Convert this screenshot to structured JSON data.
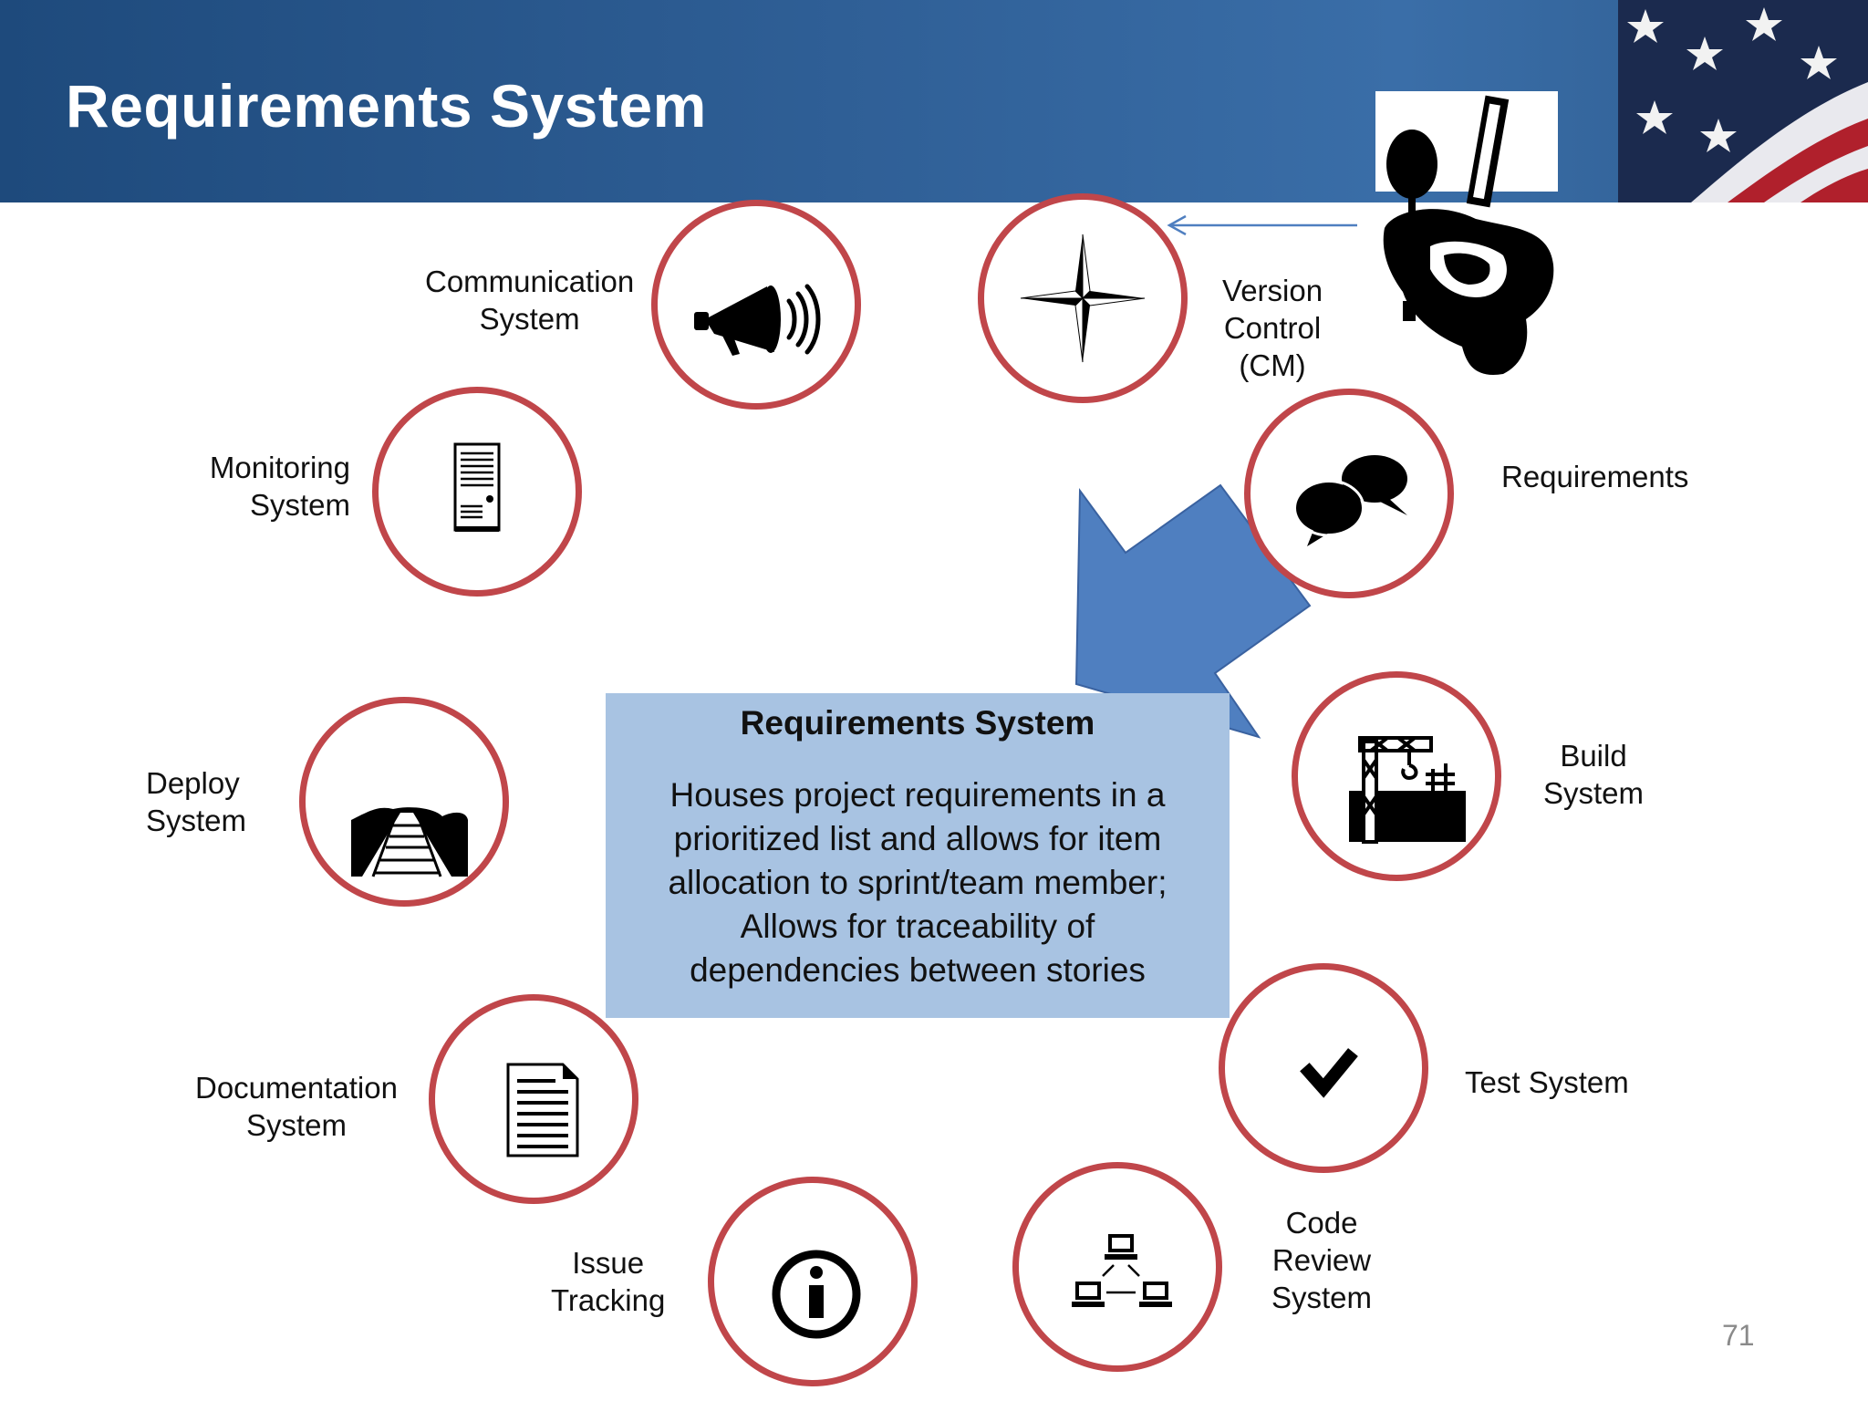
{
  "slide": {
    "title": "Requirements System",
    "page_number": "71"
  },
  "nodes": {
    "communication": {
      "label": "Communication\nSystem"
    },
    "version_control": {
      "label": "Version\nControl\n(CM)"
    },
    "monitoring": {
      "label": "Monitoring\nSystem"
    },
    "requirements": {
      "label": "Requirements"
    },
    "deploy": {
      "label": "Deploy\nSystem"
    },
    "build": {
      "label": "Build\nSystem"
    },
    "documentation": {
      "label": "Documentation\nSystem"
    },
    "test": {
      "label": "Test System"
    },
    "issue_tracking": {
      "label": "Issue\nTracking"
    },
    "code_review": {
      "label": "Code\nReview\nSystem"
    }
  },
  "center": {
    "title": "Requirements System",
    "description": "Houses project requirements in a\nprioritized list and allows for item\nallocation to sprint/team member;\nAllows for traceability of\ndependencies between stories"
  },
  "colors": {
    "header": "#2f5f96",
    "ring": "#c0464a",
    "center_box": "#a8c3e2",
    "arrow": "#4f7fc0"
  }
}
